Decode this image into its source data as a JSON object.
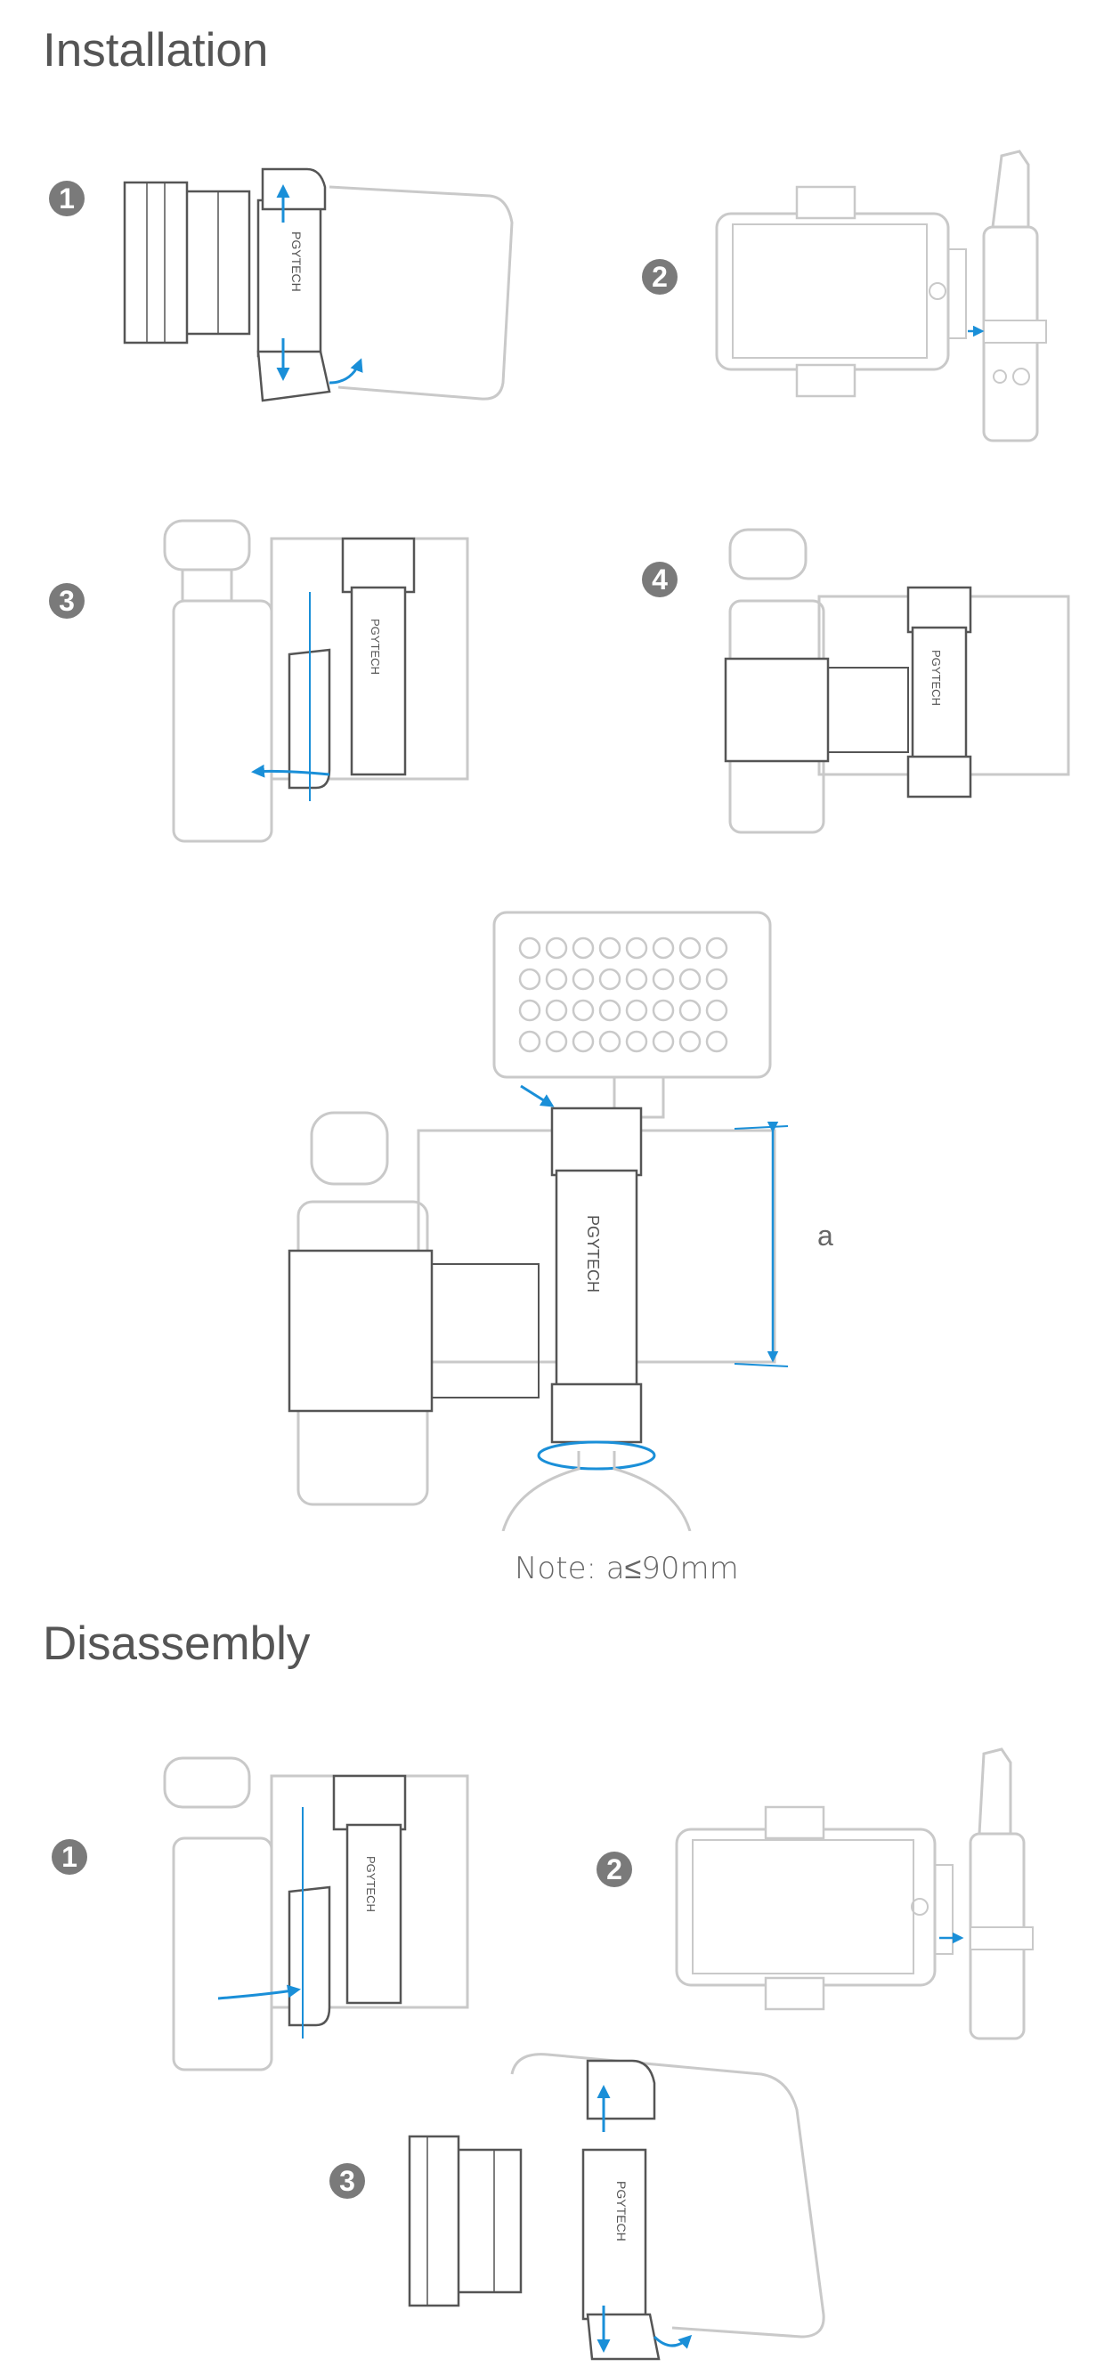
{
  "installation": {
    "title": "Installation",
    "steps": [
      "1",
      "2",
      "3",
      "4"
    ]
  },
  "mount_figure": {
    "dimension_label": "a",
    "note": "Note: a≤90mm"
  },
  "disassembly": {
    "title": "Disassembly",
    "steps": [
      "1",
      "2",
      "3"
    ]
  },
  "brand_logo": "PGYTECH",
  "colors": {
    "arrow": "#1a8fd8",
    "outline_light": "#c9c9c9",
    "outline_dark": "#555555",
    "step_badge": "#7a7a7a",
    "text": "#555555"
  }
}
